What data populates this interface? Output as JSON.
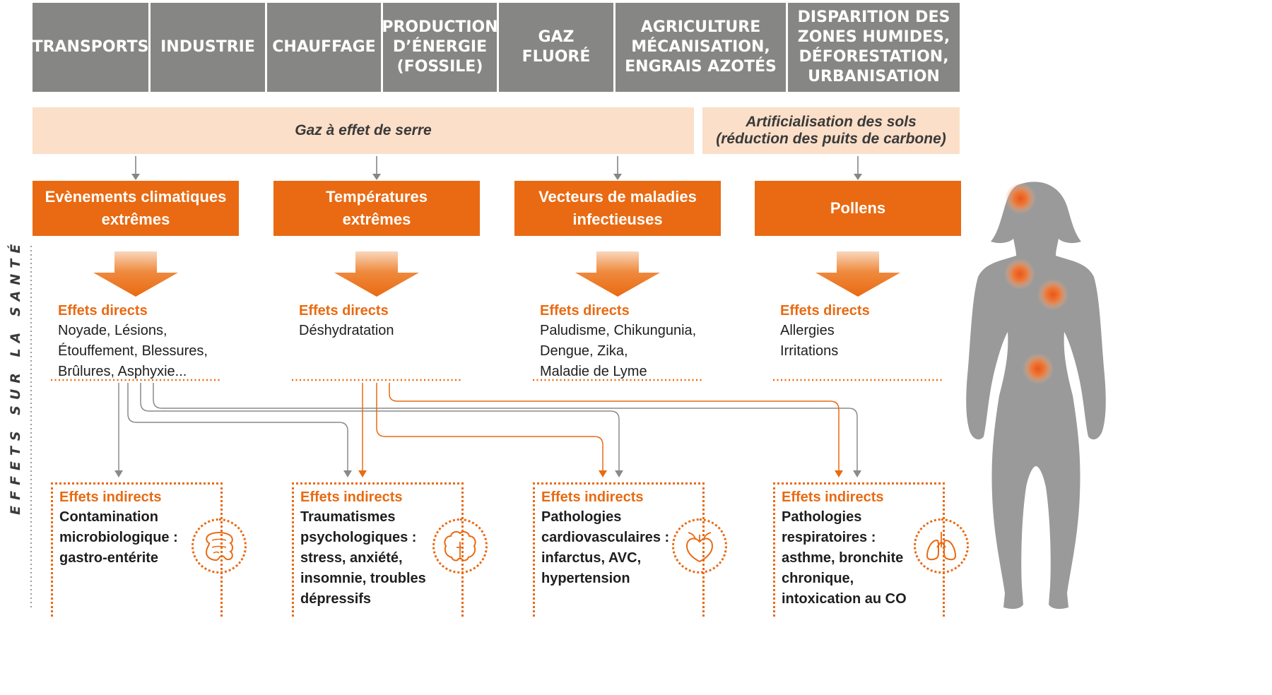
{
  "sources": [
    "TRANSPORTS",
    "INDUSTRIE",
    "CHAUFFAGE",
    "PRODUCTION\nD’ÉNERGIE\n(FOSSILE)",
    "GAZ FLUORÉ",
    "AGRICULTURE\nMÉCANISATION,\nENGRAIS AZOTÉS",
    "DISPARITION DES\nZONES HUMIDES,\nDÉFORESTATION,\nURBANISATION"
  ],
  "bands": {
    "ghg": "Gaz à effet de serre",
    "artificial": "Artificialisation des sols\n(réduction des puits de carbone)"
  },
  "side_label": "EFFETS SUR LA SANTÉ",
  "categories": [
    "Evènements climatiques\nextrêmes",
    "Températures\nextrêmes",
    "Vecteurs de maladies\ninfectieuses",
    "Pollens"
  ],
  "direct_effects": {
    "heading": "Effets directs",
    "items": [
      "Noyade, Lésions,\nÉtouffement, Blessures,\nBrûlures, Asphyxie...",
      "Déshydratation",
      "Paludisme, Chikungunia,\nDengue, Zika,\nMaladie de Lyme",
      "Allergies\nIrritations"
    ]
  },
  "indirect_effects": {
    "heading": "Effets indirects",
    "items": [
      {
        "text": "Contamination\nmicrobiologique :\ngastro-entérite",
        "icon": "intestine-icon"
      },
      {
        "text": "Traumatismes\npsychologiques :\nstress, anxiété,\ninsomnie, troubles\ndépressifs",
        "icon": "brain-icon"
      },
      {
        "text": "Pathologies\ncardiovasculaires :\ninfarctus, AVC,\nhypertension",
        "icon": "heart-icon"
      },
      {
        "text": "Pathologies\nrespiratoires :\nasthme, bronchite\nchronique,\nintoxication au CO",
        "icon": "lungs-icon"
      }
    ]
  },
  "colors": {
    "orange": "#e96a12",
    "grey": "#868685",
    "band": "#fbdfc8",
    "body": "#9a9a9a"
  }
}
